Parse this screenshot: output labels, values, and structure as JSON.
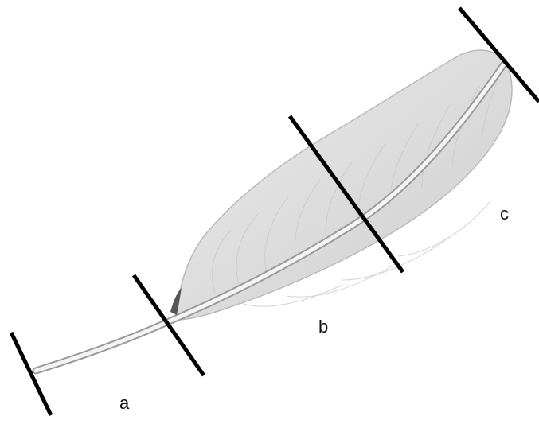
{
  "labels": {
    "a": "a",
    "b": "b",
    "c": "c"
  },
  "colors": {
    "background": "#ffffff",
    "vane": "#dedede",
    "vane_edge": "#b9b9b9",
    "rachis": "#f2f2f2",
    "barb": "#cfcfcf",
    "divider": "#000000",
    "text": "#111111"
  },
  "icons": {
    "feather": "feather-illustration"
  }
}
